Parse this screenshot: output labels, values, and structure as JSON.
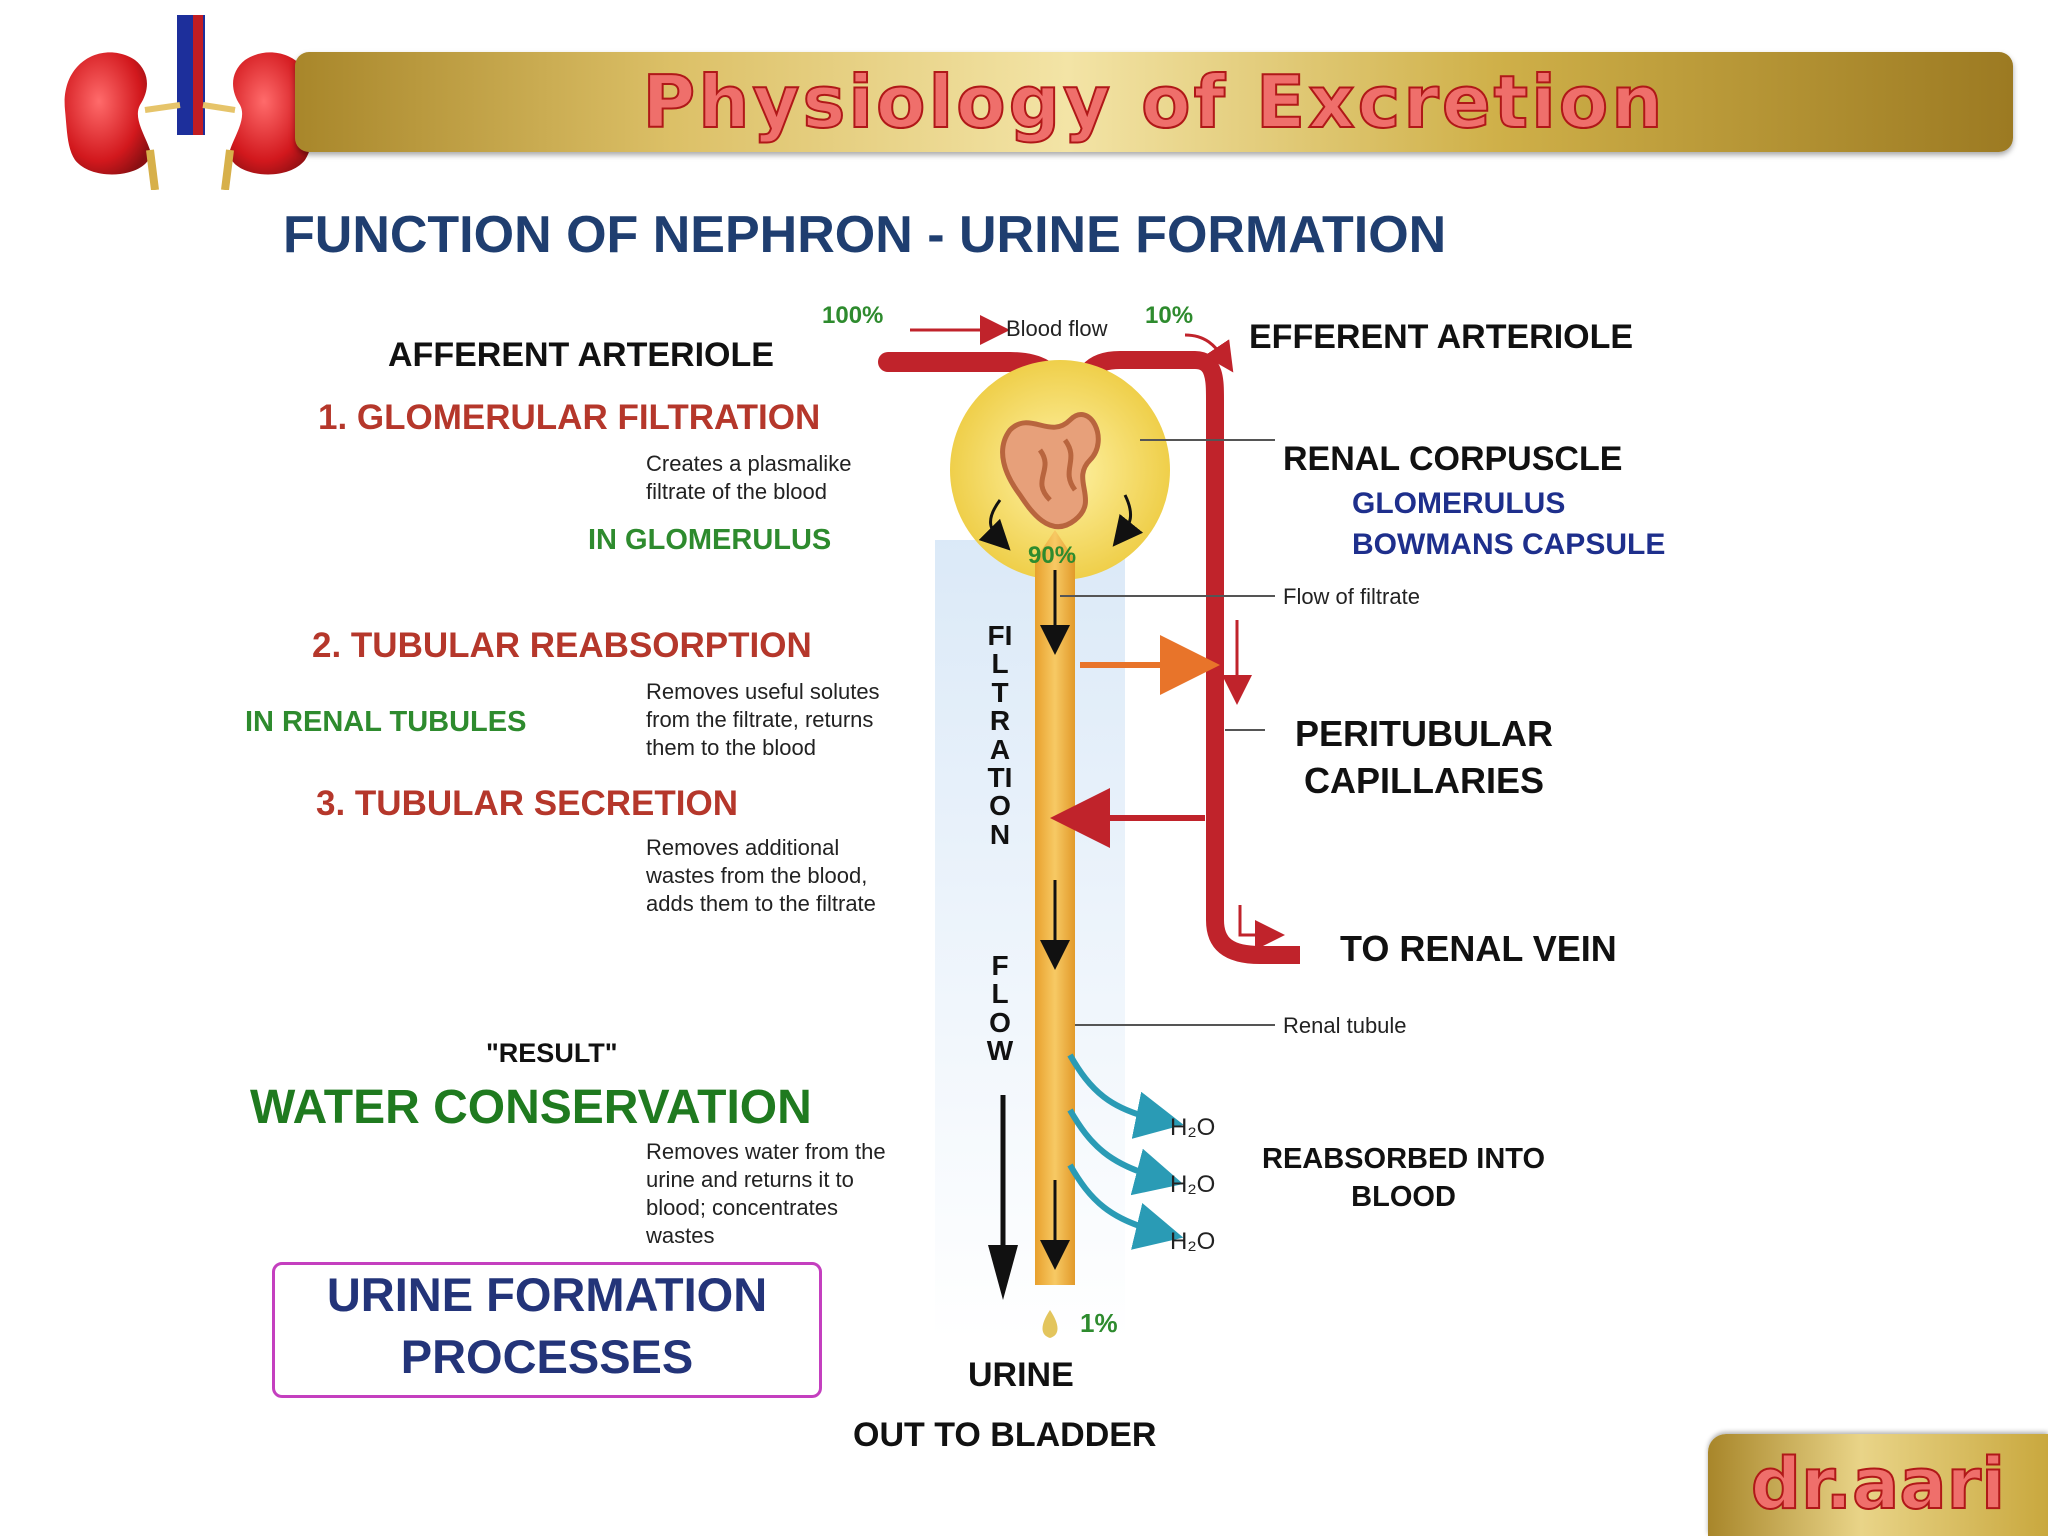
{
  "header": {
    "title": "Physiology of Excretion"
  },
  "author": "dr.aari",
  "diagram": {
    "title": "FUNCTION OF NEPHRON - URINE FORMATION",
    "pct_100": "100%",
    "blood_flow": "Blood flow",
    "pct_10": "10%",
    "afferent": "AFFERENT ARTERIOLE",
    "efferent": "EFFERENT ARTERIOLE",
    "step1": "1.  GLOMERULAR FILTRATION",
    "step1_desc": [
      "Creates a plasmalike",
      "filtrate of the blood"
    ],
    "step1_loc": "IN GLOMERULUS",
    "renal_corpuscle": "RENAL CORPUSCLE",
    "glomerulus": "GLOMERULUS",
    "bowmans": "BOWMANS CAPSULE",
    "pct_90": "90%",
    "flow_of_filtrate": "Flow of filtrate",
    "step2": "2.  TUBULAR REABSORPTION",
    "step2_desc": [
      "Removes useful solutes",
      "from the filtrate, returns",
      "them to the blood"
    ],
    "step2_loc": "IN RENAL TUBULES",
    "peritubular": [
      "PERITUBULAR",
      "CAPILLARIES"
    ],
    "step3": "3.  TUBULAR SECRETION",
    "step3_desc": [
      "Removes additional",
      "wastes from the blood,",
      "adds them to the filtrate"
    ],
    "filtration": "FILTRATION",
    "flow": "FLOW",
    "to_renal_vein": "TO RENAL VEIN",
    "renal_tubule": "Renal tubule",
    "result": "\"RESULT\"",
    "water_conservation": "WATER CONSERVATION",
    "water_desc": [
      "Removes water from the",
      "urine and returns it to",
      "blood; concentrates",
      "wastes"
    ],
    "h2o": "H₂O",
    "reabsorbed": [
      "REABSORBED INTO",
      "BLOOD"
    ],
    "pct_1": "1%",
    "urine": "URINE",
    "out_to_bladder": "OUT TO BLADDER",
    "urine_formation": [
      "URINE FORMATION",
      "PROCESSES"
    ]
  },
  "colors": {
    "artery": "#c0232b",
    "tubule": "#f2b33d",
    "glomerulus": "#f6df6e",
    "reabsorb": "#2a9bb5",
    "accent_red": "#b5372b",
    "accent_green": "#2e8b2e",
    "accent_blue": "#1e2f8c"
  },
  "icons": {
    "logo": "kidney-icon"
  }
}
